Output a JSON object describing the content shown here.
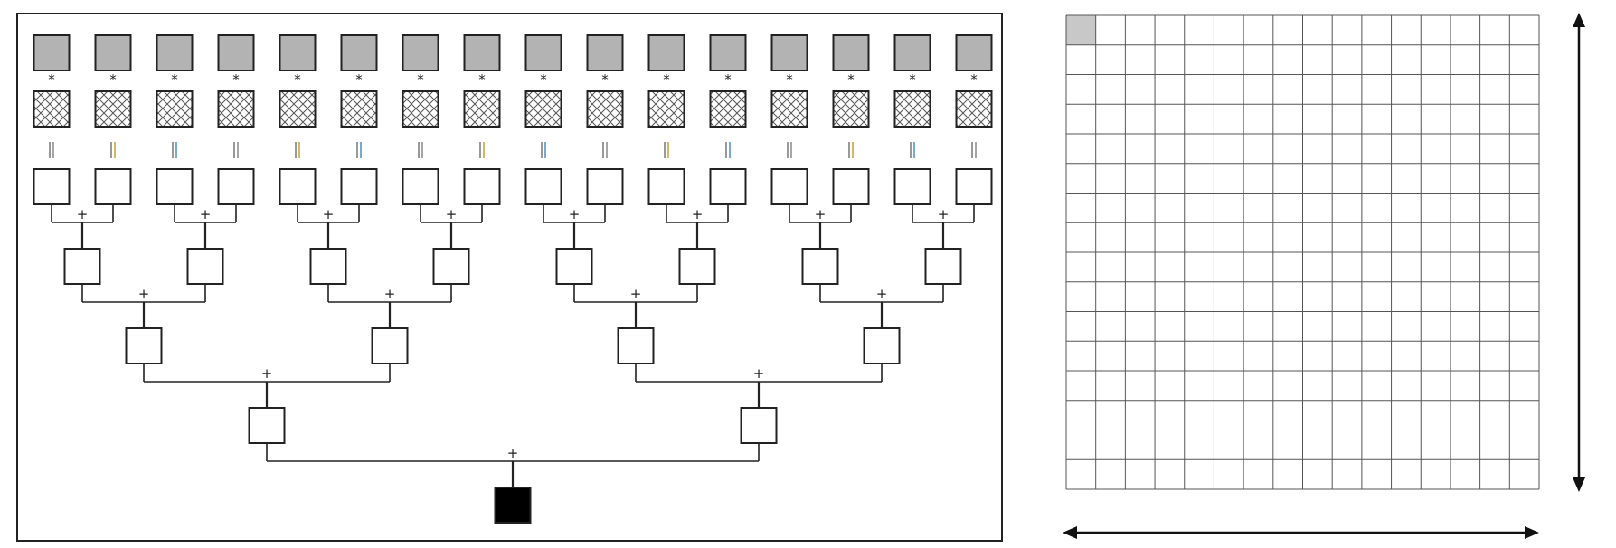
{
  "symbols": {
    "multiply": "*",
    "equals": "||",
    "plus": "+"
  },
  "reduction_tree": {
    "leaf_count": 16,
    "levels": 5
  },
  "grid": {
    "rows": 16,
    "cols": 16,
    "highlighted_cell": {
      "row": 0,
      "col": 0
    }
  },
  "colors": {
    "input": "#b3b3b3",
    "result": "#000000",
    "line": "#222222",
    "highlight": "#c8c8c8",
    "equals_accents": [
      "#888888",
      "#c0a030",
      "#4a8ec8"
    ]
  }
}
